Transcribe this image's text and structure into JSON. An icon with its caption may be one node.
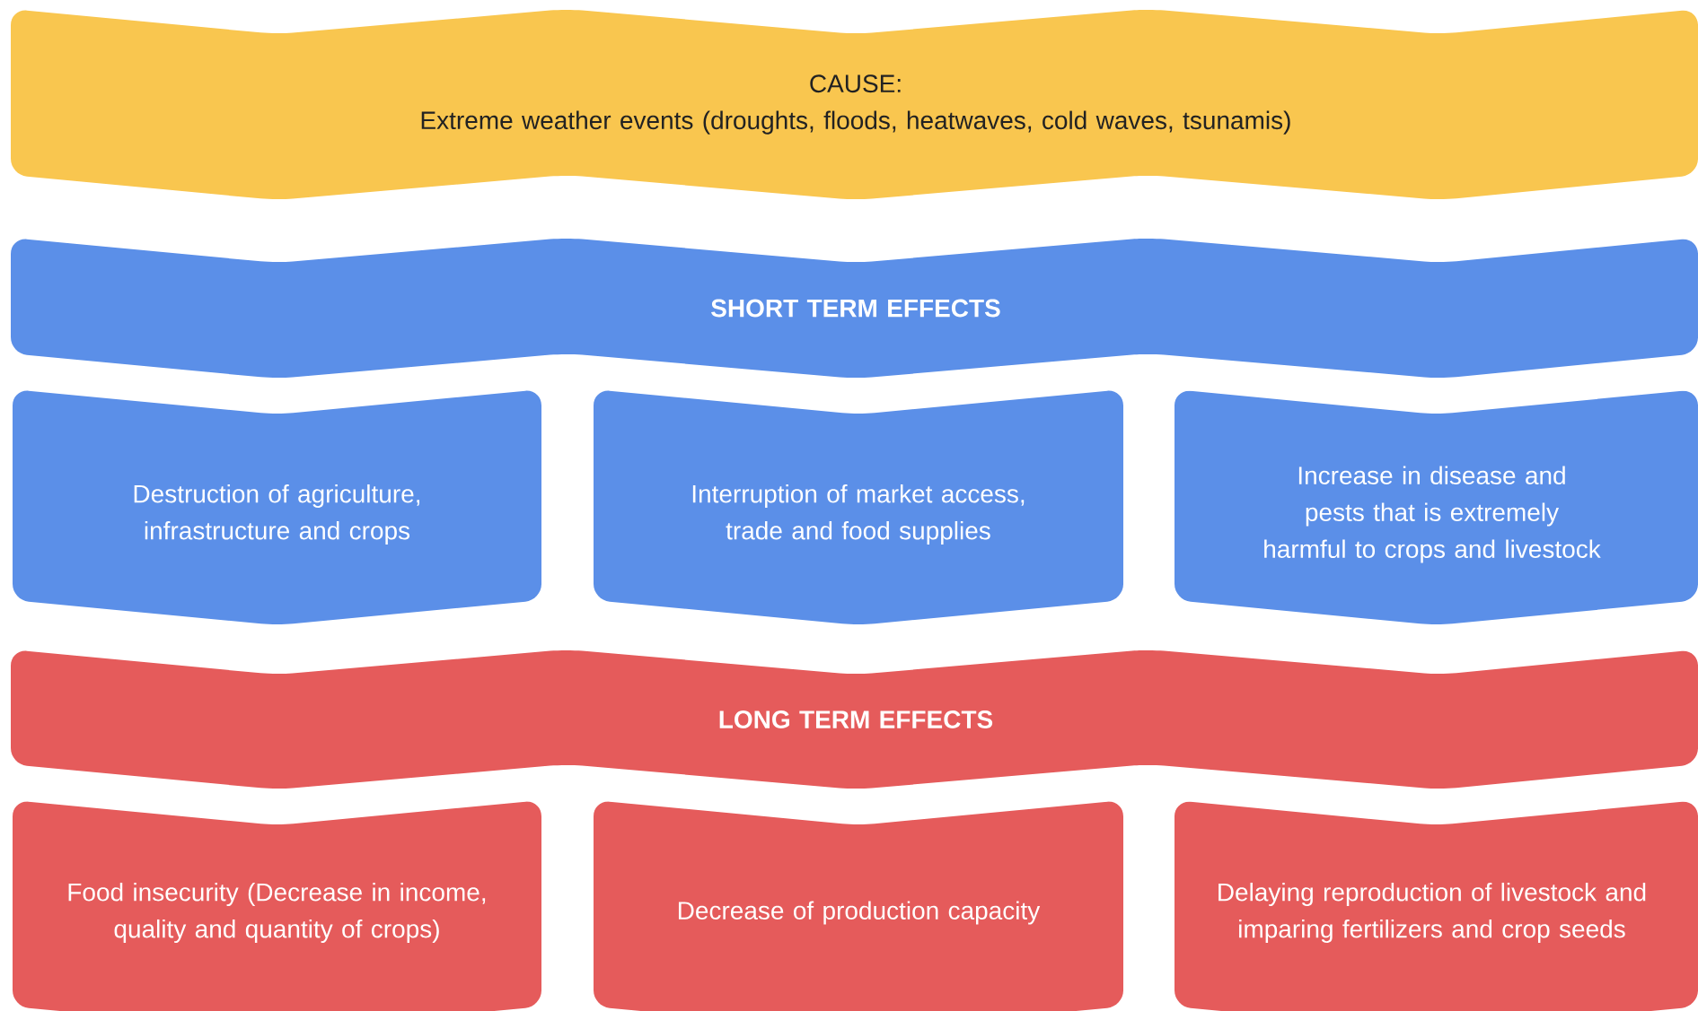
{
  "diagram": {
    "nodes": [
      {
        "text": [
          "CAUSE:",
          "Extreme weather events (droughts, floods, heatwaves, cold waves, tsunamis)"
        ]
      },
      {
        "text": [
          "SHORT TERM EFFECTS"
        ]
      },
      {
        "text": [
          "Destruction of agriculture, infrastructure and crops"
        ]
      },
      {
        "text": [
          "Interruption of market access, trade and food supplies"
        ]
      },
      {
        "text": [
          "Increase in disease and pests that is extremely harmful to crops and livestock"
        ]
      },
      {
        "text": [
          "LONG TERM EFFECTS"
        ]
      },
      {
        "text": [
          "Food insecurity (Decrease in income, quality and quantity of crops)"
        ]
      },
      {
        "text": [
          "Decrease of production capacity"
        ]
      },
      {
        "text": [
          "Delaying reproduction of livestock and imparing fertilizers and crop seeds"
        ]
      }
    ]
  }
}
